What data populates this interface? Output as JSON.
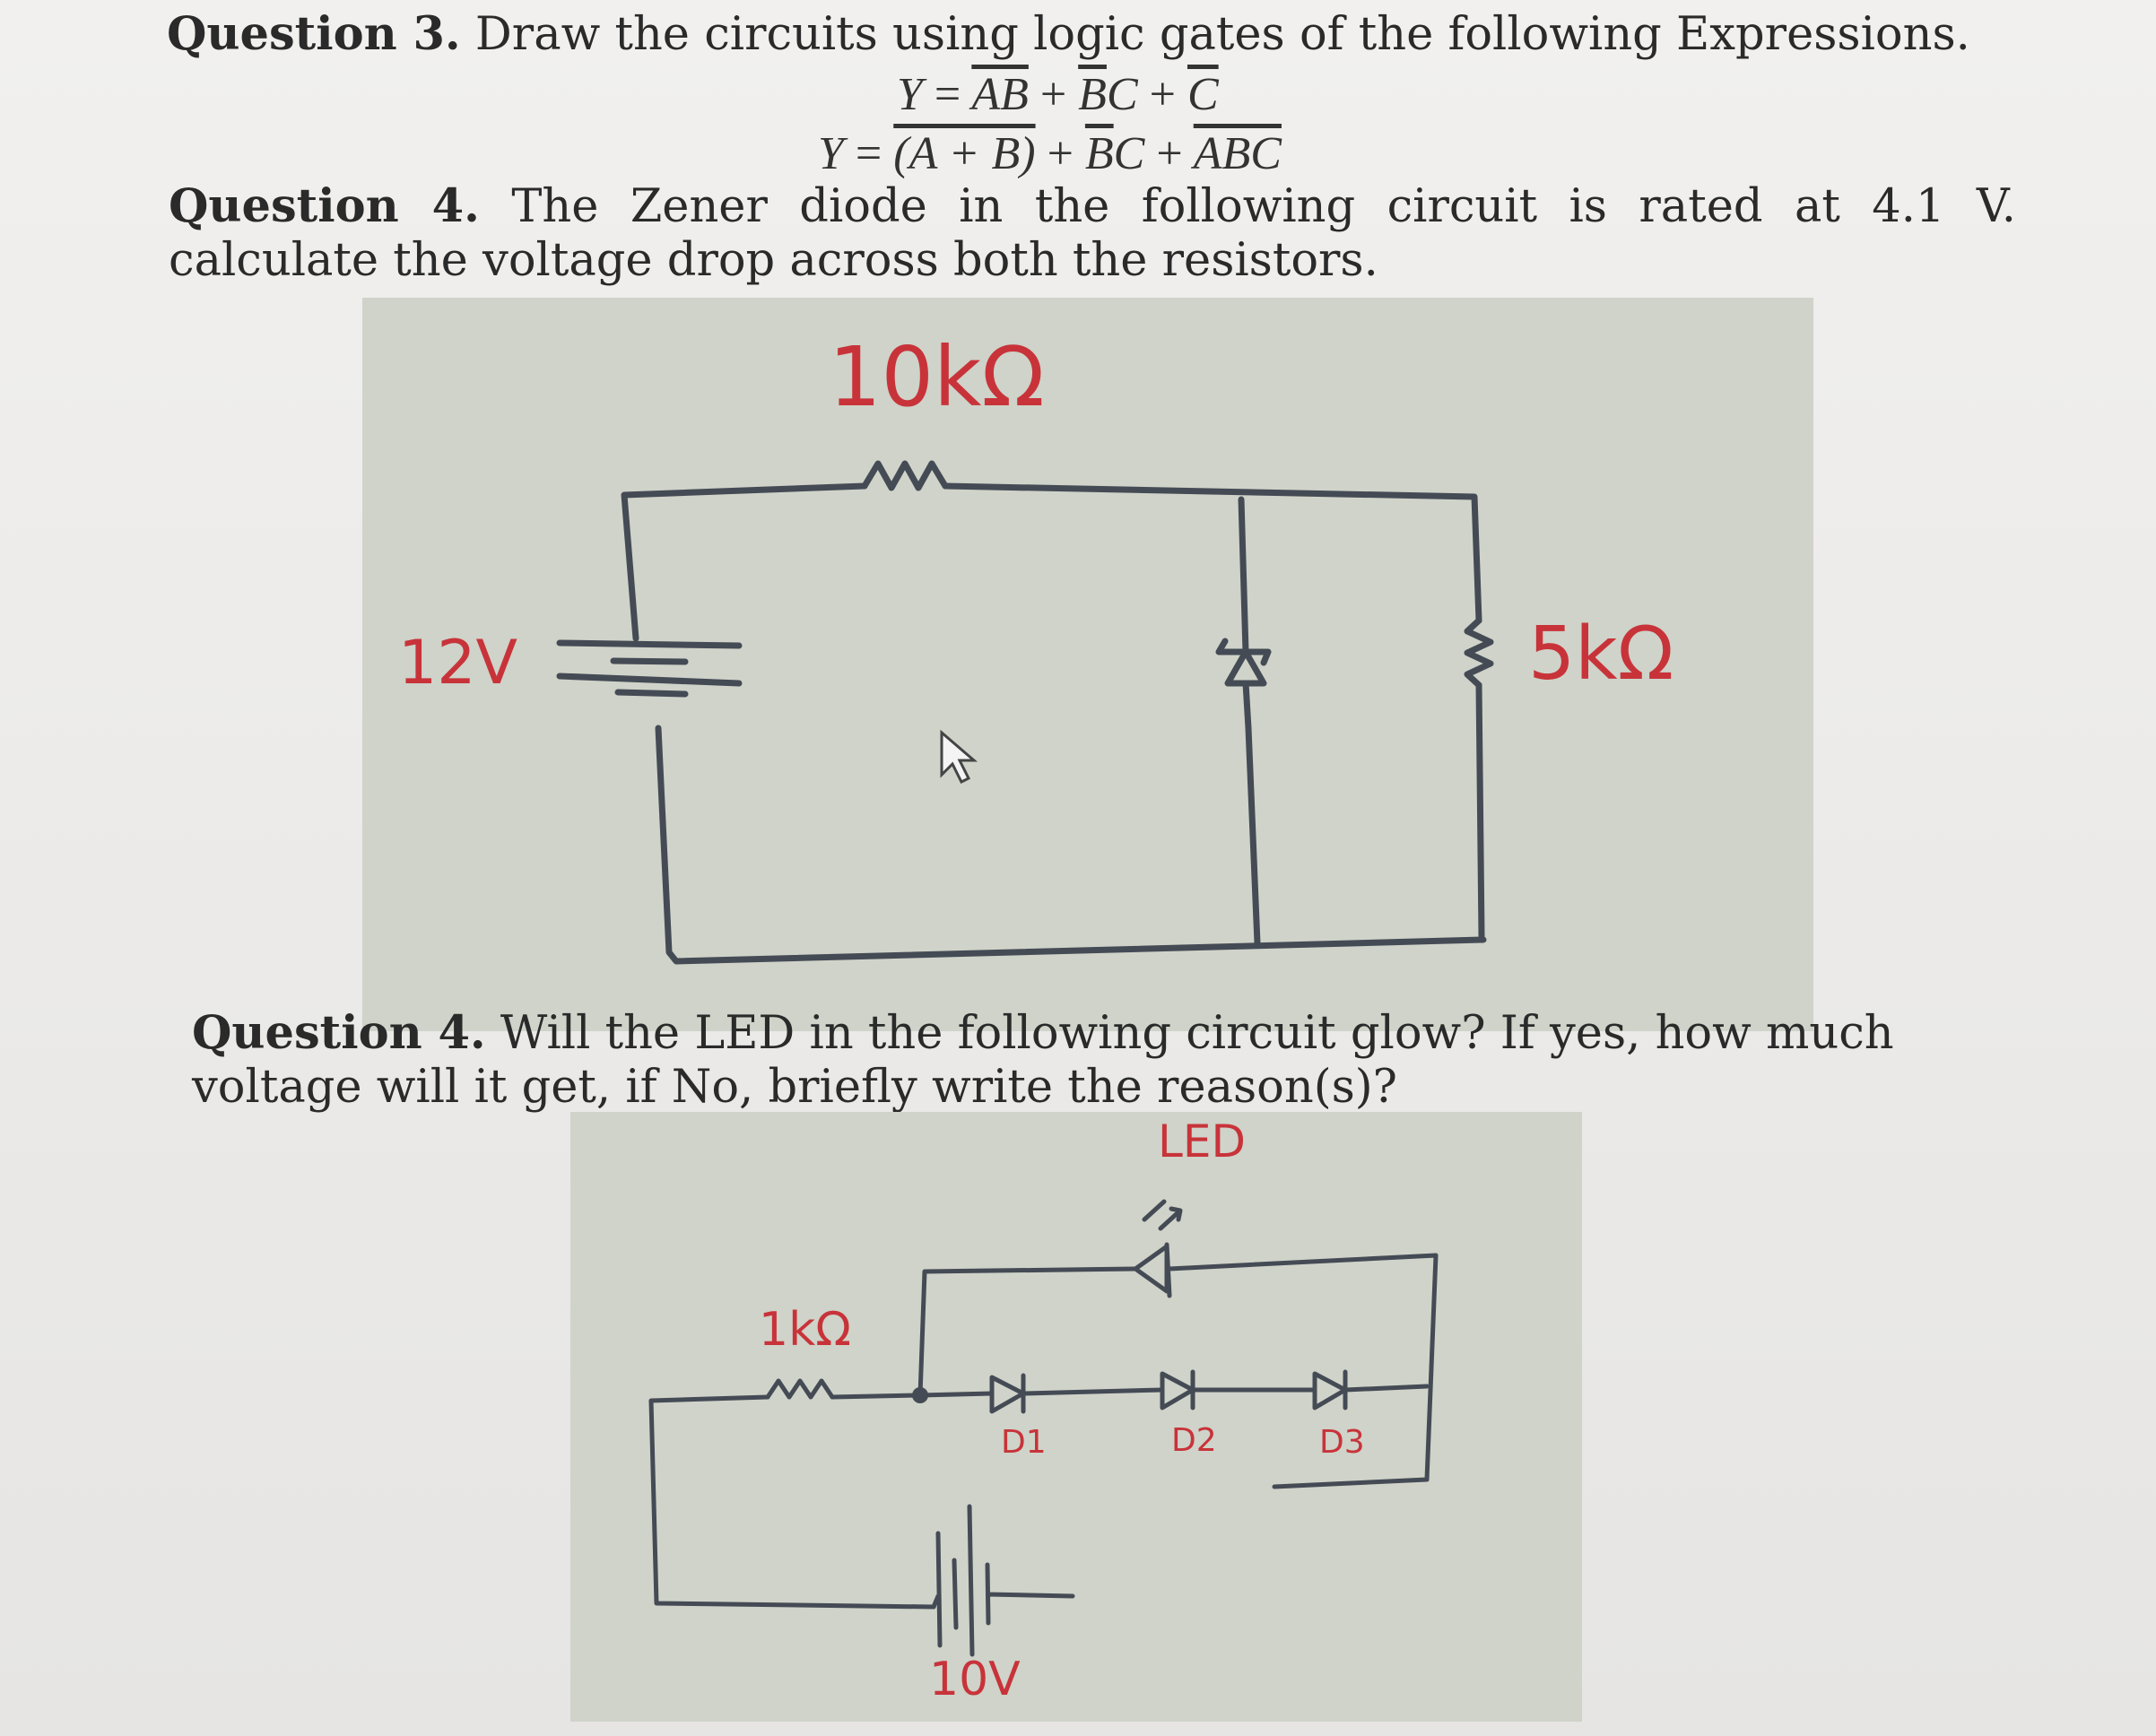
{
  "question3": {
    "number": "Question 3.",
    "text": "Draw the circuits using logic gates of the following Expressions.",
    "expr1": {
      "lhs": "Y",
      "eq": "=",
      "t1": "AB",
      "p1": "+",
      "t2b": "B",
      "t2": "C",
      "p2": "+",
      "t3": "C"
    },
    "expr2": {
      "lhs": "Y",
      "eq": "=",
      "t1": "(A + B)",
      "p1": "+",
      "t2b": "B",
      "t2": "C",
      "p2": "+",
      "t3": "ABC"
    }
  },
  "question4a": {
    "number": "Question 4.",
    "text": "The Zener diode in the following circuit is rated at 4.1 V. calculate the voltage drop across both the resistors."
  },
  "circuit1": {
    "resistor_top": "10kΩ",
    "battery": "12V",
    "resistor_right": "5kΩ"
  },
  "question4b": {
    "number": "Question 4.",
    "text": "Will the LED in the following circuit glow? If yes, how much voltage will it get, if No, briefly write the reason(s)?"
  },
  "circuit2": {
    "led": "LED",
    "resistor": "1kΩ",
    "d1": "D1",
    "d2": "D2",
    "d3": "D3",
    "battery": "10V"
  },
  "colors": {
    "ink": "#454b55",
    "label_red": "#c8333a",
    "panel": "#cfd3c9"
  }
}
